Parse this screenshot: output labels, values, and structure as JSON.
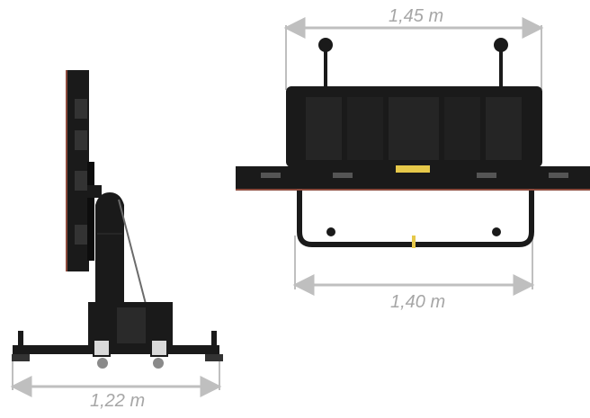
{
  "dimensions": {
    "top_width": "1,45 m",
    "middle_width": "1,40 m",
    "bottom_width": "1,22 m"
  },
  "colors": {
    "dimension_line": "#bfbfbf",
    "dimension_text": "#a6a6a6",
    "structure": "#1a1a1a",
    "structure_dark": "#0d0d0d",
    "panel_edge": "#8b4a3c",
    "accent": "#e6c84a"
  }
}
